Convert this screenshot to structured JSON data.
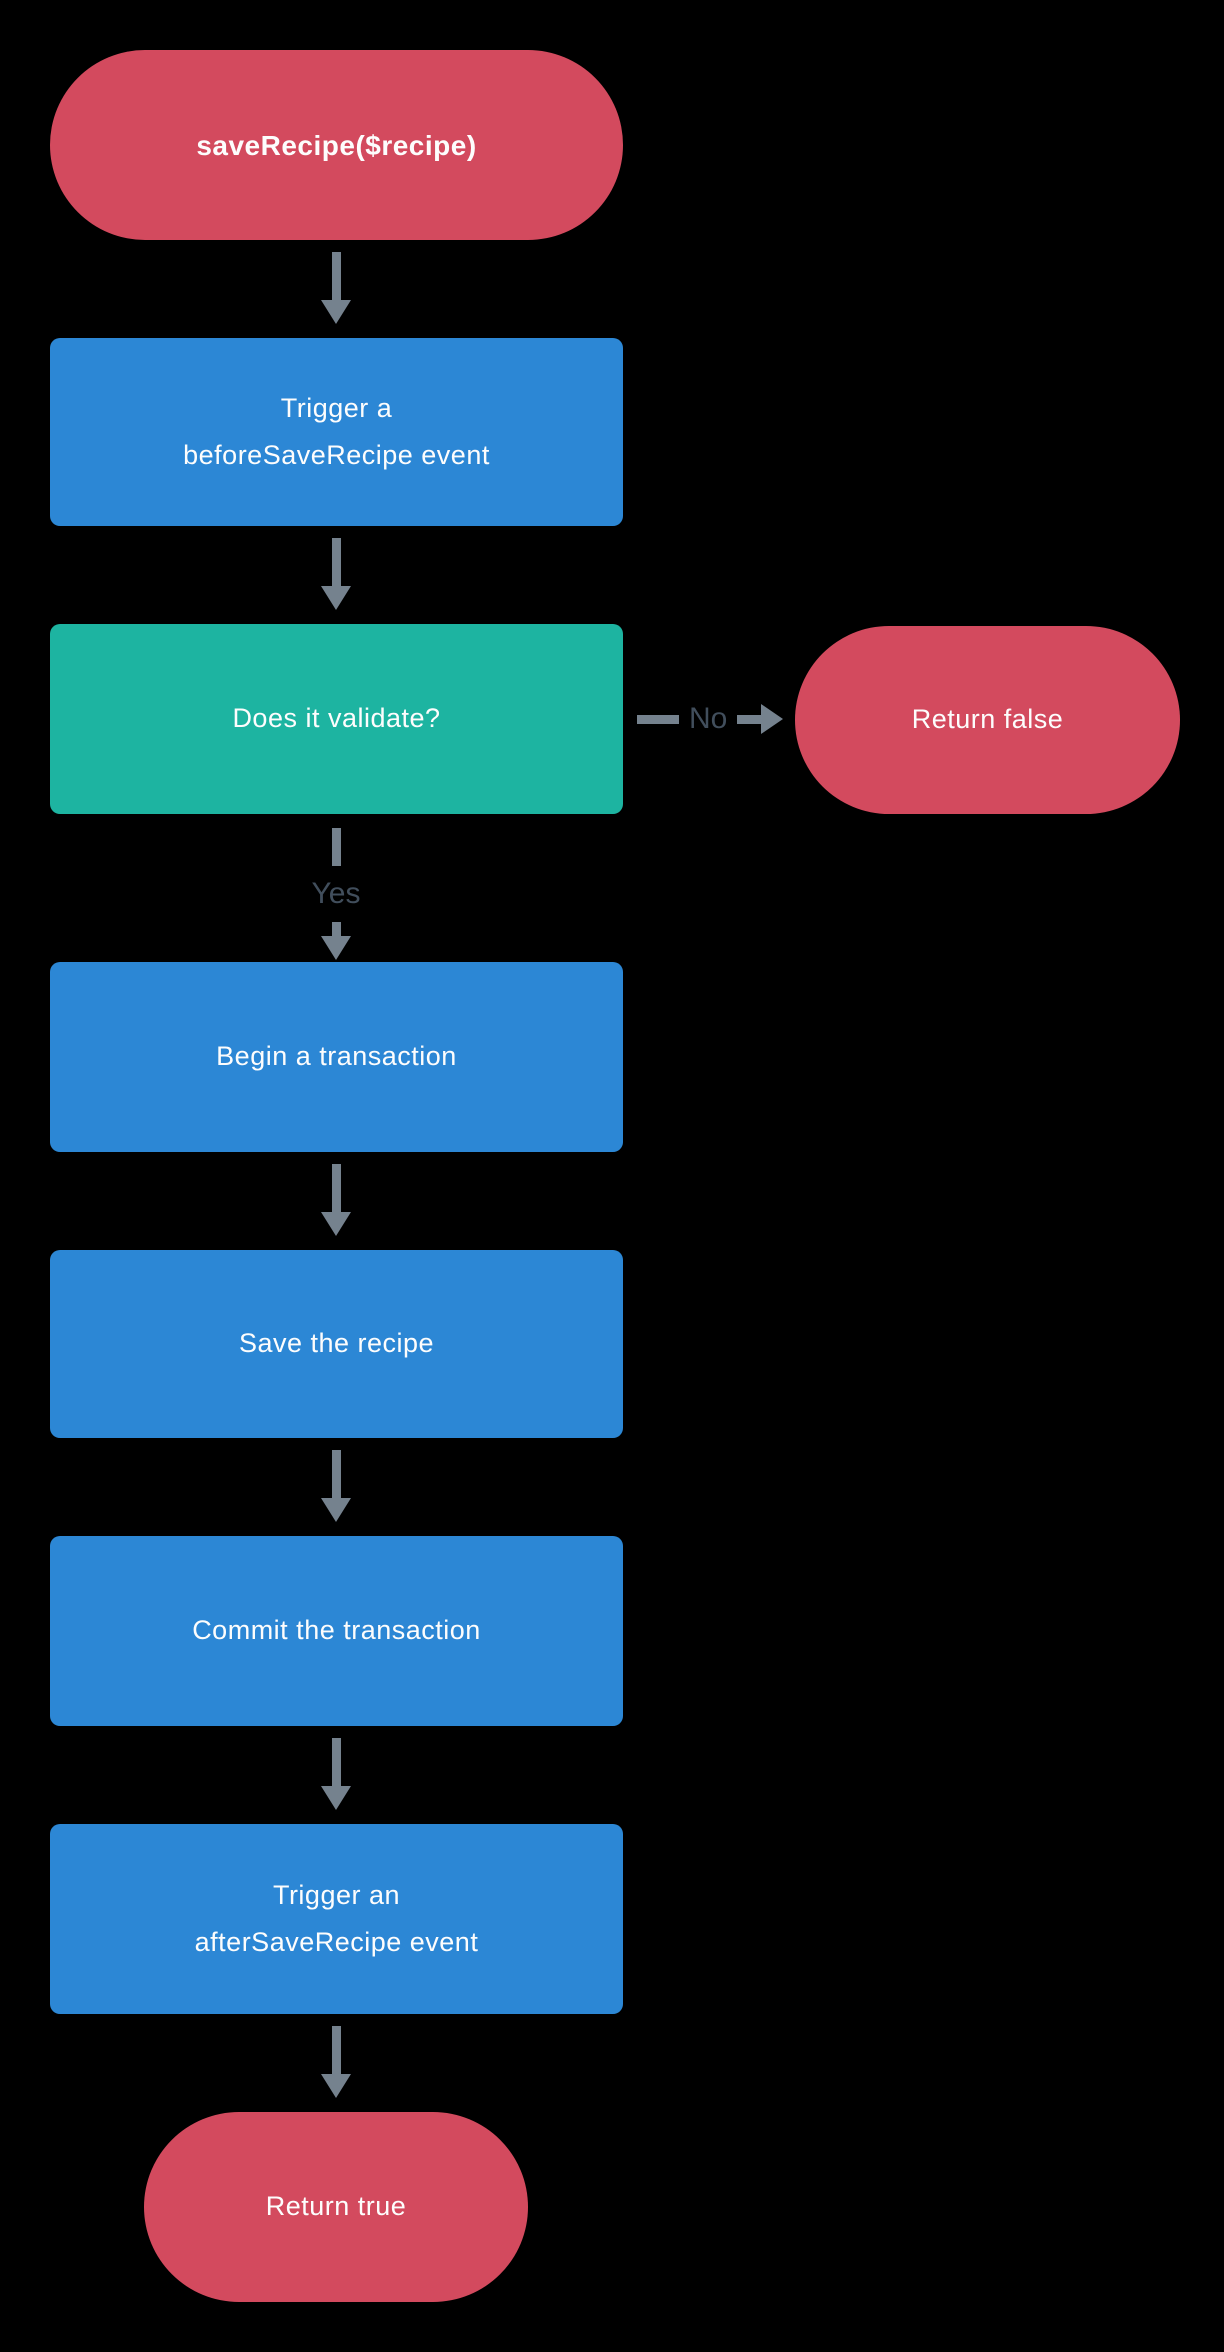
{
  "colors": {
    "background": "#000000",
    "process_fill": "#2c87d5",
    "decision_fill": "#1db4a1",
    "terminator_fill": "#d34a5e",
    "arrow": "#75828e",
    "edge_label_text": "#414e5c",
    "node_text": "#fdfdfd"
  },
  "nodes": {
    "start": {
      "type": "terminator",
      "label": "saveRecipe($recipe)"
    },
    "trigger_before": {
      "type": "process",
      "lines": [
        "Trigger a",
        "beforeSaveRecipe event"
      ]
    },
    "validate": {
      "type": "decision",
      "label": "Does it validate?"
    },
    "return_false": {
      "type": "terminator",
      "label": "Return false"
    },
    "begin_transaction": {
      "type": "process",
      "label": "Begin a transaction"
    },
    "save_recipe": {
      "type": "process",
      "label": "Save the recipe"
    },
    "commit_transaction": {
      "type": "process",
      "label": "Commit the transaction"
    },
    "trigger_after": {
      "type": "process",
      "lines": [
        "Trigger an",
        "afterSaveRecipe event"
      ]
    },
    "return_true": {
      "type": "terminator",
      "label": "Return true"
    }
  },
  "edge_labels": {
    "yes": "Yes",
    "no": "No"
  }
}
